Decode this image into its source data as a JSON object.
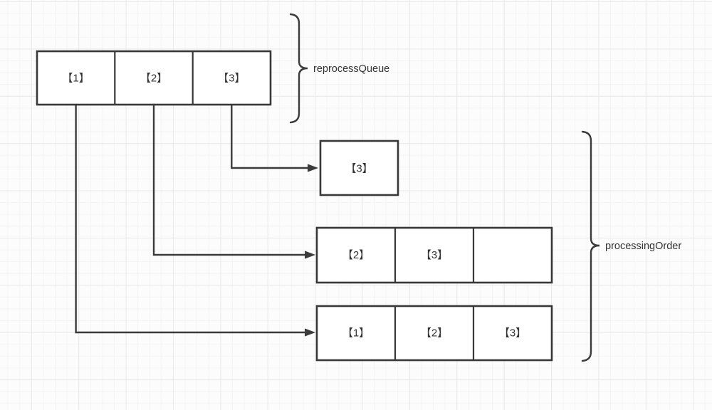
{
  "queue": {
    "label": "reprocessQueue",
    "cells": [
      "【1】",
      "【2】",
      "【3】"
    ]
  },
  "order": {
    "label": "processingOrder",
    "rows": [
      {
        "cells": [
          "【3】"
        ]
      },
      {
        "cells": [
          "【2】",
          "【3】",
          ""
        ]
      },
      {
        "cells": [
          "【1】",
          "【2】",
          "【3】"
        ]
      }
    ]
  },
  "colors": {
    "line": "#3b3b3b",
    "shape_border": "#383838",
    "text": "#333333",
    "background": "#fcfcfc",
    "grid_minor": "#f4f4f4",
    "grid_major": "#e9e9e9"
  }
}
